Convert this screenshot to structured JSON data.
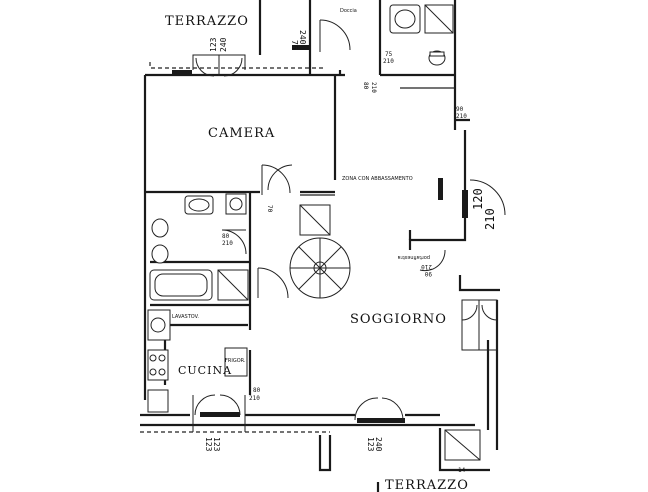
{
  "rooms": {
    "terrazzo_top": "TERRAZZO",
    "camera": "CAMERA",
    "soggiorno": "SOGGIORNO",
    "cucina": "CUCINA",
    "terrazzo_bottom": "TERRAZZO"
  },
  "annotations": {
    "zona": "ZONA CON ABBASSAMENTO",
    "lavastov": "LAVASTOV.",
    "frigo": "FRIGOR.",
    "portafinestra": "portafinestra",
    "doccia_top": "Doccia"
  },
  "dimensions": {
    "d_123_240_top": "123",
    "d_240_top": "240",
    "d_76": "76",
    "d_240_b": "240",
    "d_75": "75",
    "d_210_a": "210",
    "d_80_a": "80",
    "d_210_b": "210",
    "d_90_c": "90",
    "d_210_c": "210",
    "d_80_d": "80",
    "d_210_d": "210",
    "d_70": "70",
    "d_80_e": "80",
    "d_210_e": "210",
    "d_123_bl": "123",
    "d_123_bl2": "123",
    "d_123_br": "123",
    "d_240_br": "240",
    "d_120": "120",
    "d_210_r": "210",
    "d_14": "14",
    "d_90_side": "90",
    "d_210_side": "210"
  }
}
